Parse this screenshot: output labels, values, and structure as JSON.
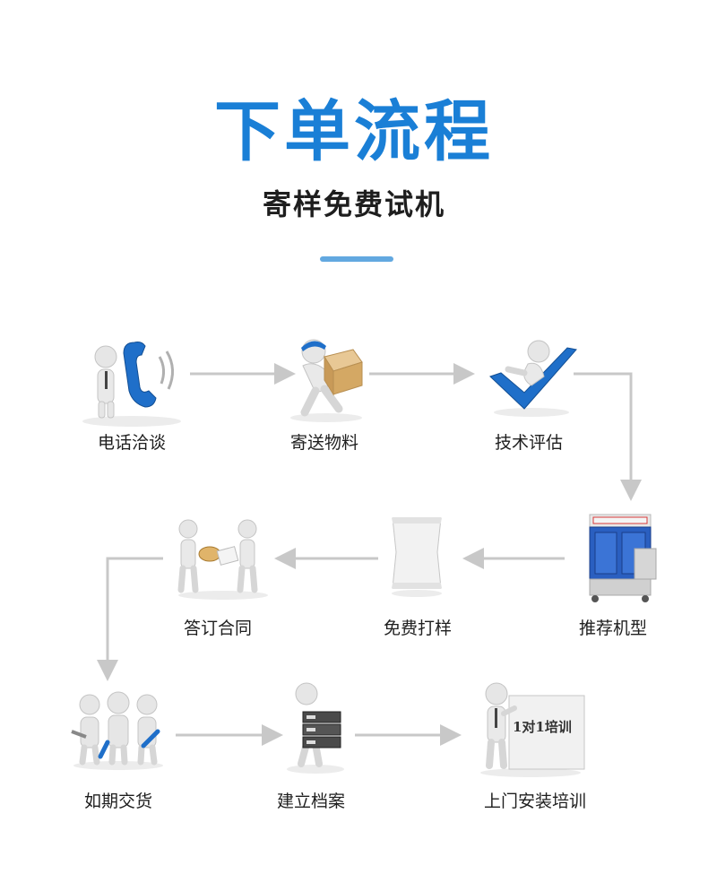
{
  "header": {
    "title": "下单流程",
    "subtitle": "寄样免费试机"
  },
  "steps": [
    {
      "label": "电话洽谈",
      "icon": "telephone-figure-icon"
    },
    {
      "label": "寄送物料",
      "icon": "courier-box-figure-icon"
    },
    {
      "label": "技术评估",
      "icon": "checkmark-figure-icon"
    },
    {
      "label": "推荐机型",
      "icon": "packaging-machine-icon"
    },
    {
      "label": "免费打样",
      "icon": "sample-bag-icon"
    },
    {
      "label": "答订合同",
      "icon": "handshake-contract-icon"
    },
    {
      "label": "如期交货",
      "icon": "workers-tools-icon"
    },
    {
      "label": "建立档案",
      "icon": "file-boxes-figure-icon"
    },
    {
      "label": "上门安装培训",
      "icon": "training-board-figure-icon"
    }
  ],
  "board_text": "1对1培训",
  "colors": {
    "title": "#1a7fd6",
    "divider": "#62a8e0",
    "arrow": "#c8c8c8",
    "icon_blue": "#1f6fc9"
  }
}
